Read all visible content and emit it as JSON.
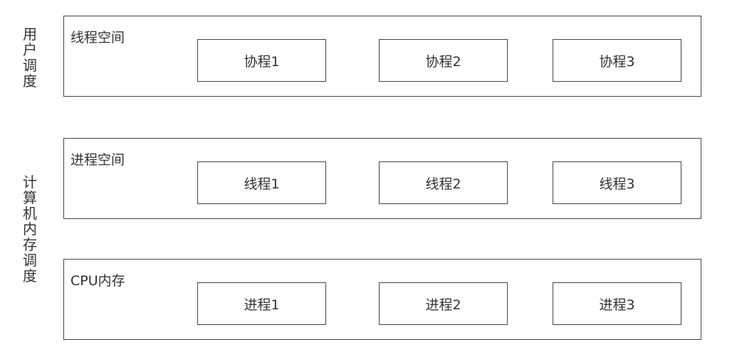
{
  "side_labels": {
    "user_scheduling": "用\n户\n调\n度",
    "memory_scheduling": "计\n算\n机\n内\n存\n调\n度"
  },
  "layers": [
    {
      "title": "线程空间",
      "units": [
        "协程1",
        "协程2",
        "协程3"
      ]
    },
    {
      "title": "进程空间",
      "units": [
        "线程1",
        "线程2",
        "线程3"
      ]
    },
    {
      "title": "CPU内存",
      "units": [
        "进程1",
        "进程2",
        "进程3"
      ]
    }
  ]
}
